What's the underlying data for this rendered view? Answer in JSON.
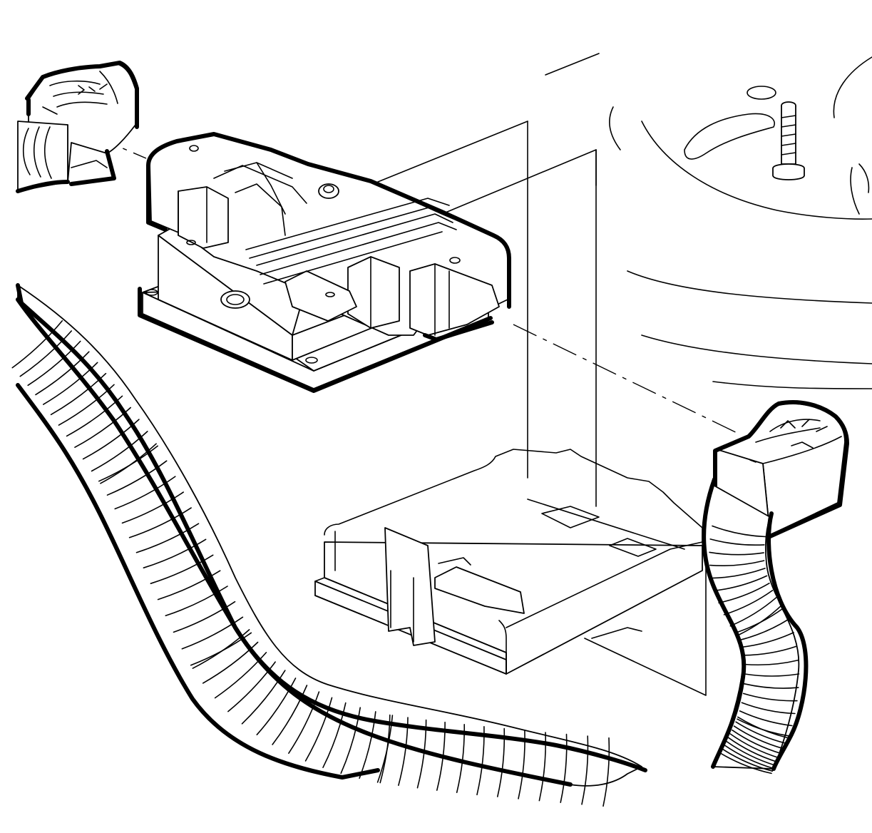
{
  "figure": {
    "kind": "exploded-view line illustration",
    "components": [
      {
        "name": "control-module",
        "icon": "module-icon"
      },
      {
        "name": "mounting-bracket",
        "icon": "bracket-icon"
      },
      {
        "name": "connector-left",
        "icon": "connector-icon"
      },
      {
        "name": "connector-right",
        "icon": "connector-icon"
      },
      {
        "name": "harness-left",
        "icon": "wire-harness-icon"
      },
      {
        "name": "harness-right",
        "icon": "wire-harness-icon"
      },
      {
        "name": "stud",
        "icon": "stud-icon"
      },
      {
        "name": "mounting-surface",
        "icon": "surface-icon"
      }
    ],
    "colors": {
      "line": "#000000",
      "background": "#ffffff"
    }
  }
}
